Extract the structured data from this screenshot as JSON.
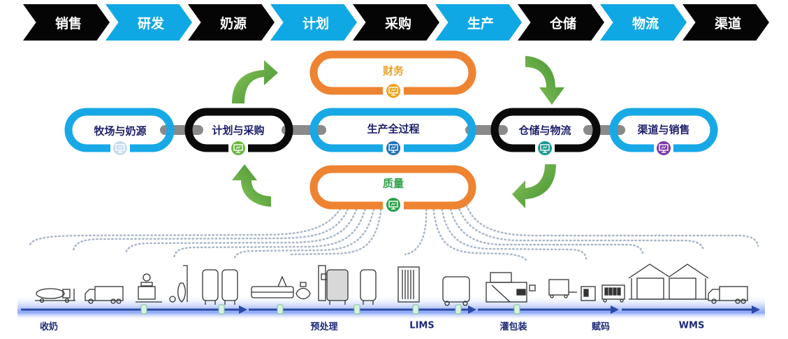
{
  "value_chain": {
    "stages": [
      {
        "label": "销售",
        "color": "black"
      },
      {
        "label": "研发",
        "color": "blue"
      },
      {
        "label": "奶源",
        "color": "black"
      },
      {
        "label": "计划",
        "color": "blue"
      },
      {
        "label": "采购",
        "color": "black"
      },
      {
        "label": "生产",
        "color": "blue"
      },
      {
        "label": "仓储",
        "color": "black"
      },
      {
        "label": "物流",
        "color": "blue"
      },
      {
        "label": "渠道",
        "color": "black"
      }
    ]
  },
  "chain_nodes": {
    "farm": {
      "label": "牧场与奶源",
      "icon": "monitor-icon",
      "ring_color": "#18a8e6",
      "icon_color": "#c7dcef"
    },
    "plan": {
      "label": "计划与采购",
      "icon": "monitor-icon",
      "ring_color": "#0a0a0a",
      "icon_color": "#6ab83e"
    },
    "production": {
      "label": "生产全过程",
      "icon": "monitor-icon",
      "ring_color": "#18a8e6",
      "icon_color": "#1f6fb8"
    },
    "warehouse": {
      "label": "仓储与物流",
      "icon": "monitor-icon",
      "ring_color": "#0a0a0a",
      "icon_color": "#17998f"
    },
    "channel": {
      "label": "渠道与销售",
      "icon": "monitor-icon",
      "ring_color": "#18a8e6",
      "icon_color": "#7b3aa8"
    },
    "finance": {
      "label": "财务",
      "icon": "monitor-icon",
      "ring_color": "#ee8332",
      "icon_color": "#f0a21c"
    },
    "quality": {
      "label": "质量",
      "icon": "monitor-icon",
      "ring_color": "#ee8332",
      "icon_color": "#2a9e4a"
    }
  },
  "process_line": {
    "steps": [
      "收奶",
      "预处理",
      "LIMS",
      "灌包装",
      "赋码",
      "WMS"
    ],
    "equipment": [
      "tanker-truck",
      "truck",
      "weighing-station",
      "filter",
      "storage-tanks",
      "heat-exchanger",
      "separator",
      "silo",
      "tank",
      "cip-rack",
      "mix-tank",
      "filling-machine",
      "packer",
      "coder",
      "pallet-cart",
      "warehouse",
      "delivery-truck"
    ]
  },
  "colors": {
    "accent_blue": "#10a8e4",
    "arrow_green": "#5aa83c",
    "line_blue": "#2b4aa8",
    "dot_gray": "#a9b7c9",
    "connector_gray": "#8a8a8a"
  }
}
